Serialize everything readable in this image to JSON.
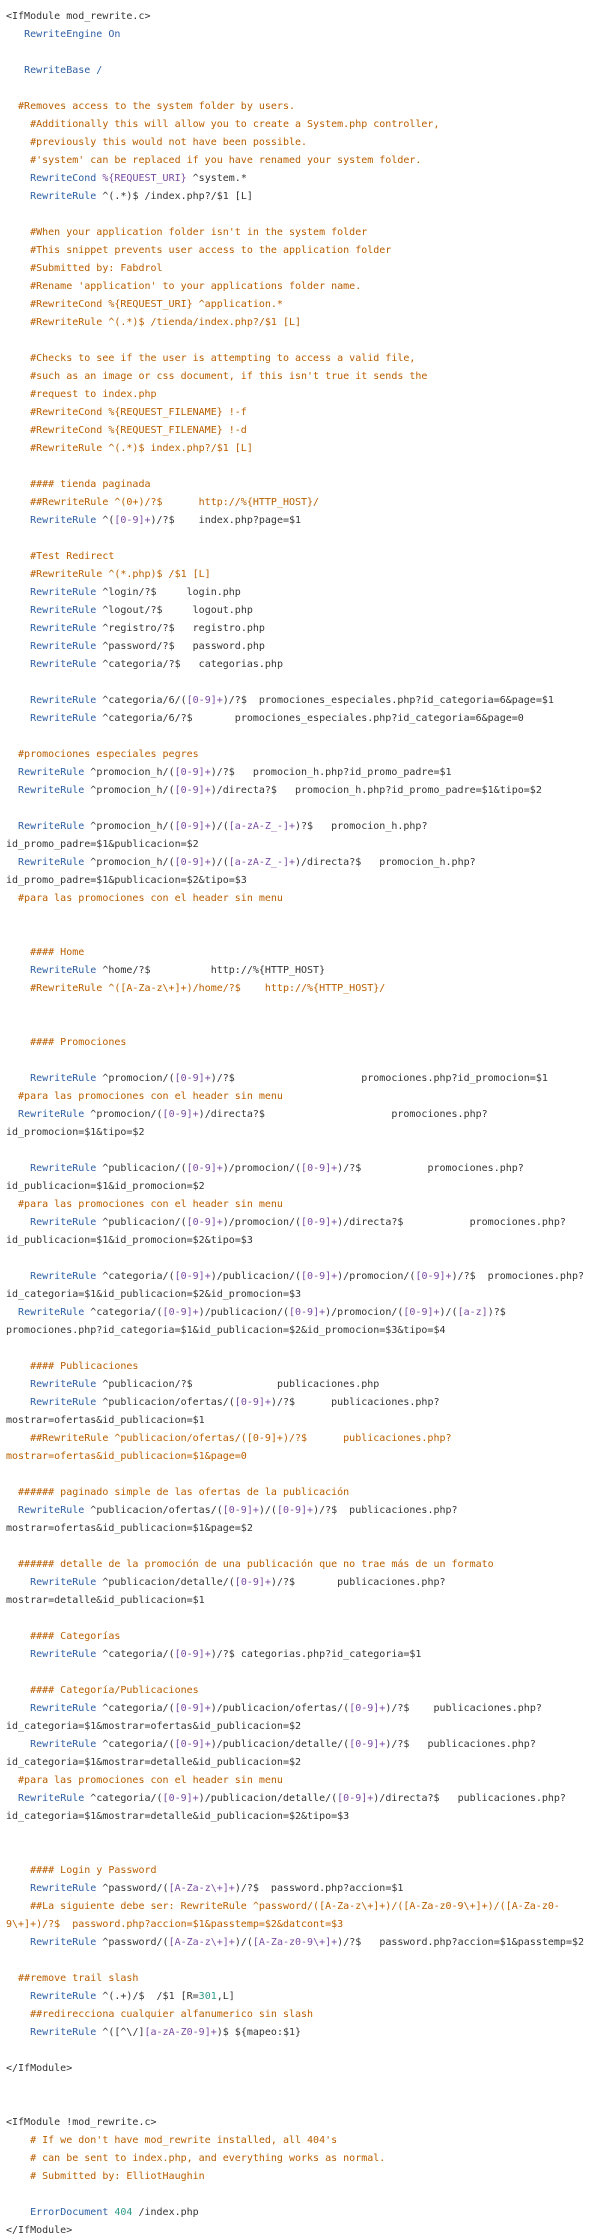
{
  "document": {
    "lines": [
      [
        [
          "p",
          "<IfModule mod_rewrite.c>"
        ]
      ],
      [
        [
          "p",
          "   "
        ],
        [
          "k",
          "RewriteEngine On"
        ]
      ],
      [],
      [
        [
          "p",
          "   "
        ],
        [
          "k",
          "RewriteBase /"
        ]
      ],
      [],
      [
        [
          "c",
          "  #Removes access to the system folder by users."
        ]
      ],
      [
        [
          "c",
          "    #Additionally this will allow you to create a System.php controller,"
        ]
      ],
      [
        [
          "c",
          "    #previously this would not have been possible."
        ]
      ],
      [
        [
          "c",
          "    #'system' can be replaced if you have renamed your system folder."
        ]
      ],
      [
        [
          "p",
          "    "
        ],
        [
          "k",
          "RewriteCond "
        ],
        [
          "pr",
          "%{REQUEST_URI}"
        ],
        [
          "p",
          " ^system.*"
        ]
      ],
      [
        [
          "p",
          "    "
        ],
        [
          "k",
          "RewriteRule "
        ],
        [
          "p",
          "^(.*)$ /index.php?/$1 [L]"
        ]
      ],
      [],
      [
        [
          "c",
          "    #When your application folder isn't in the system folder"
        ]
      ],
      [
        [
          "c",
          "    #This snippet prevents user access to the application folder"
        ]
      ],
      [
        [
          "c",
          "    #Submitted by: Fabdrol"
        ]
      ],
      [
        [
          "c",
          "    #Rename 'application' to your applications folder name."
        ]
      ],
      [
        [
          "c",
          "    #RewriteCond %{REQUEST_URI} ^application.*"
        ]
      ],
      [
        [
          "c",
          "    #RewriteRule ^(.*)$ /tienda/index.php?/$1 [L]"
        ]
      ],
      [],
      [
        [
          "c",
          "    #Checks to see if the user is attempting to access a valid file,"
        ]
      ],
      [
        [
          "c",
          "    #such as an image or css document, if this isn't true it sends the"
        ]
      ],
      [
        [
          "c",
          "    #request to index.php"
        ]
      ],
      [
        [
          "c",
          "    #RewriteCond %{REQUEST_FILENAME} !-f"
        ]
      ],
      [
        [
          "c",
          "    #RewriteCond %{REQUEST_FILENAME} !-d"
        ]
      ],
      [
        [
          "c",
          "    #RewriteRule ^(.*)$ index.php?/$1 [L]"
        ]
      ],
      [],
      [
        [
          "c",
          "    #### tienda paginada"
        ]
      ],
      [
        [
          "c",
          "    ##RewriteRule ^(0+)/?$      http://%{HTTP_HOST}/"
        ]
      ],
      [
        [
          "p",
          "    "
        ],
        [
          "k",
          "RewriteRule "
        ],
        [
          "p",
          "^("
        ],
        [
          "pr",
          "[0-9]+"
        ],
        [
          "p",
          ")/?$    index.php?page=$1"
        ]
      ],
      [],
      [
        [
          "c",
          "    #Test Redirect"
        ]
      ],
      [
        [
          "c",
          "    #RewriteRule ^(*.php)$ /$1 [L]"
        ]
      ],
      [
        [
          "p",
          "    "
        ],
        [
          "k",
          "RewriteRule "
        ],
        [
          "p",
          "^login/?$     login.php"
        ]
      ],
      [
        [
          "p",
          "    "
        ],
        [
          "k",
          "RewriteRule "
        ],
        [
          "p",
          "^logout/?$     logout.php"
        ]
      ],
      [
        [
          "p",
          "    "
        ],
        [
          "k",
          "RewriteRule "
        ],
        [
          "p",
          "^registro/?$   registro.php"
        ]
      ],
      [
        [
          "p",
          "    "
        ],
        [
          "k",
          "RewriteRule "
        ],
        [
          "p",
          "^password/?$   password.php"
        ]
      ],
      [
        [
          "p",
          "    "
        ],
        [
          "k",
          "RewriteRule "
        ],
        [
          "p",
          "^categoria/?$   categorias.php"
        ]
      ],
      [],
      [
        [
          "p",
          "    "
        ],
        [
          "k",
          "RewriteRule "
        ],
        [
          "p",
          "^categoria/6/("
        ],
        [
          "pr",
          "[0-9]+"
        ],
        [
          "p",
          ")/?$  promociones_especiales.php?id_categoria=6&page=$1"
        ]
      ],
      [
        [
          "p",
          "    "
        ],
        [
          "k",
          "RewriteRule "
        ],
        [
          "p",
          "^categoria/6/?$       promociones_especiales.php?id_categoria=6&page=0"
        ]
      ],
      [],
      [
        [
          "c",
          "  #promociones especiales pegres"
        ]
      ],
      [
        [
          "p",
          "  "
        ],
        [
          "k",
          "RewriteRule "
        ],
        [
          "p",
          "^promocion_h/("
        ],
        [
          "pr",
          "[0-9]+"
        ],
        [
          "p",
          ")/?$   promocion_h.php?id_promo_padre=$1"
        ]
      ],
      [
        [
          "p",
          "  "
        ],
        [
          "k",
          "RewriteRule "
        ],
        [
          "p",
          "^promocion_h/("
        ],
        [
          "pr",
          "[0-9]+"
        ],
        [
          "p",
          ")/directa?$   promocion_h.php?id_promo_padre=$1&tipo=$2"
        ]
      ],
      [],
      [
        [
          "p",
          "  "
        ],
        [
          "k",
          "RewriteRule "
        ],
        [
          "p",
          "^promocion_h/("
        ],
        [
          "pr",
          "[0-9]+"
        ],
        [
          "p",
          ")/("
        ],
        [
          "pr",
          "[a-zA-Z_-]+"
        ],
        [
          "p",
          ")?$   promocion_h.php?"
        ]
      ],
      [
        [
          "p",
          "id_promo_padre=$1&publicacion=$2"
        ]
      ],
      [
        [
          "p",
          "  "
        ],
        [
          "k",
          "RewriteRule "
        ],
        [
          "p",
          "^promocion_h/("
        ],
        [
          "pr",
          "[0-9]+"
        ],
        [
          "p",
          ")/("
        ],
        [
          "pr",
          "[a-zA-Z_-]+"
        ],
        [
          "p",
          ")/directa?$   promocion_h.php?"
        ]
      ],
      [
        [
          "p",
          "id_promo_padre=$1&publicacion=$2&tipo=$3"
        ]
      ],
      [
        [
          "c",
          "  #para las promociones con el header sin menu"
        ]
      ],
      [],
      [],
      [
        [
          "c",
          "    #### Home"
        ]
      ],
      [
        [
          "p",
          "    "
        ],
        [
          "k",
          "RewriteRule "
        ],
        [
          "p",
          "^home/?$          http://%{HTTP_HOST}"
        ]
      ],
      [
        [
          "c",
          "    #RewriteRule ^([A-Za-z\\+]+)/home/?$    http://%{HTTP_HOST}/"
        ]
      ],
      [],
      [],
      [
        [
          "c",
          "    #### Promociones"
        ]
      ],
      [],
      [
        [
          "p",
          "    "
        ],
        [
          "k",
          "RewriteRule "
        ],
        [
          "p",
          "^promocion/("
        ],
        [
          "pr",
          "[0-9]+"
        ],
        [
          "p",
          ")/?$                     promociones.php?id_promocion=$1"
        ]
      ],
      [
        [
          "c",
          "  #para las promociones con el header sin menu"
        ]
      ],
      [
        [
          "p",
          "  "
        ],
        [
          "k",
          "RewriteRule "
        ],
        [
          "p",
          "^promocion/("
        ],
        [
          "pr",
          "[0-9]+"
        ],
        [
          "p",
          ")/directa?$                     promociones.php?"
        ]
      ],
      [
        [
          "p",
          "id_promocion=$1&tipo=$2"
        ]
      ],
      [],
      [
        [
          "p",
          "    "
        ],
        [
          "k",
          "RewriteRule "
        ],
        [
          "p",
          "^publicacion/("
        ],
        [
          "pr",
          "[0-9]+"
        ],
        [
          "p",
          ")/promocion/("
        ],
        [
          "pr",
          "[0-9]+"
        ],
        [
          "p",
          ")/?$           promociones.php?"
        ]
      ],
      [
        [
          "p",
          "id_publicacion=$1&id_promocion=$2"
        ]
      ],
      [
        [
          "c",
          "  #para las promociones con el header sin menu"
        ]
      ],
      [
        [
          "p",
          "    "
        ],
        [
          "k",
          "RewriteRule "
        ],
        [
          "p",
          "^publicacion/("
        ],
        [
          "pr",
          "[0-9]+"
        ],
        [
          "p",
          ")/promocion/("
        ],
        [
          "pr",
          "[0-9]+"
        ],
        [
          "p",
          ")/directa?$           promociones.php?"
        ]
      ],
      [
        [
          "p",
          "id_publicacion=$1&id_promocion=$2&tipo=$3"
        ]
      ],
      [],
      [
        [
          "p",
          "    "
        ],
        [
          "k",
          "RewriteRule "
        ],
        [
          "p",
          "^categoria/("
        ],
        [
          "pr",
          "[0-9]+"
        ],
        [
          "p",
          ")/publicacion/("
        ],
        [
          "pr",
          "[0-9]+"
        ],
        [
          "p",
          ")/promocion/("
        ],
        [
          "pr",
          "[0-9]+"
        ],
        [
          "p",
          ")/?$  promociones.php?"
        ]
      ],
      [
        [
          "p",
          "id_categoria=$1&id_publicacion=$2&id_promocion=$3"
        ]
      ],
      [
        [
          "p",
          "  "
        ],
        [
          "k",
          "RewriteRule "
        ],
        [
          "p",
          "^categoria/("
        ],
        [
          "pr",
          "[0-9]+"
        ],
        [
          "p",
          ")/publicacion/("
        ],
        [
          "pr",
          "[0-9]+"
        ],
        [
          "p",
          ")/promocion/("
        ],
        [
          "pr",
          "[0-9]+"
        ],
        [
          "p",
          ")/("
        ],
        [
          "pr",
          "[a-z]"
        ],
        [
          "p",
          ")?$"
        ]
      ],
      [
        [
          "p",
          "promociones.php?id_categoria=$1&id_publicacion=$2&id_promocion=$3&tipo=$4"
        ]
      ],
      [],
      [
        [
          "c",
          "    #### Publicaciones"
        ]
      ],
      [
        [
          "p",
          "    "
        ],
        [
          "k",
          "RewriteRule "
        ],
        [
          "p",
          "^publicacion/?$              publicaciones.php"
        ]
      ],
      [
        [
          "p",
          "    "
        ],
        [
          "k",
          "RewriteRule "
        ],
        [
          "p",
          "^publicacion/ofertas/("
        ],
        [
          "pr",
          "[0-9]+"
        ],
        [
          "p",
          ")/?$      publicaciones.php?"
        ]
      ],
      [
        [
          "p",
          "mostrar=ofertas&id_publicacion=$1"
        ]
      ],
      [
        [
          "c",
          "    ##RewriteRule ^publicacion/ofertas/([0-9]+)/?$      publicaciones.php?"
        ]
      ],
      [
        [
          "c",
          "mostrar=ofertas&id_publicacion=$1&page=0"
        ]
      ],
      [],
      [
        [
          "c",
          "  ###### paginado simple de las ofertas de la publicación"
        ]
      ],
      [
        [
          "p",
          "  "
        ],
        [
          "k",
          "RewriteRule "
        ],
        [
          "p",
          "^publicacion/ofertas/("
        ],
        [
          "pr",
          "[0-9]+"
        ],
        [
          "p",
          ")/("
        ],
        [
          "pr",
          "[0-9]+"
        ],
        [
          "p",
          ")/?$  publicaciones.php?"
        ]
      ],
      [
        [
          "p",
          "mostrar=ofertas&id_publicacion=$1&page=$2"
        ]
      ],
      [],
      [
        [
          "c",
          "  ###### detalle de la promoción de una publicación que no trae más de un formato"
        ]
      ],
      [
        [
          "p",
          "    "
        ],
        [
          "k",
          "RewriteRule "
        ],
        [
          "p",
          "^publicacion/detalle/("
        ],
        [
          "pr",
          "[0-9]+"
        ],
        [
          "p",
          ")/?$       publicaciones.php?"
        ]
      ],
      [
        [
          "p",
          "mostrar=detalle&id_publicacion=$1"
        ]
      ],
      [],
      [
        [
          "c",
          "    #### Categorías"
        ]
      ],
      [
        [
          "p",
          "    "
        ],
        [
          "k",
          "RewriteRule "
        ],
        [
          "p",
          "^categoria/("
        ],
        [
          "pr",
          "[0-9]+"
        ],
        [
          "p",
          ")/?$ categorias.php?id_categoria=$1"
        ]
      ],
      [],
      [
        [
          "c",
          "    #### Categoría/Publicaciones"
        ]
      ],
      [
        [
          "p",
          "    "
        ],
        [
          "k",
          "RewriteRule "
        ],
        [
          "p",
          "^categoria/("
        ],
        [
          "pr",
          "[0-9]+"
        ],
        [
          "p",
          ")/publicacion/ofertas/("
        ],
        [
          "pr",
          "[0-9]+"
        ],
        [
          "p",
          ")/?$    publicaciones.php?"
        ]
      ],
      [
        [
          "p",
          "id_categoria=$1&mostrar=ofertas&id_publicacion=$2"
        ]
      ],
      [
        [
          "p",
          "    "
        ],
        [
          "k",
          "RewriteRule "
        ],
        [
          "p",
          "^categoria/("
        ],
        [
          "pr",
          "[0-9]+"
        ],
        [
          "p",
          ")/publicacion/detalle/("
        ],
        [
          "pr",
          "[0-9]+"
        ],
        [
          "p",
          ")/?$   publicaciones.php?"
        ]
      ],
      [
        [
          "p",
          "id_categoria=$1&mostrar=detalle&id_publicacion=$2"
        ]
      ],
      [
        [
          "c",
          "  #para las promociones con el header sin menu"
        ]
      ],
      [
        [
          "p",
          "  "
        ],
        [
          "k",
          "RewriteRule "
        ],
        [
          "p",
          "^categoria/("
        ],
        [
          "pr",
          "[0-9]+"
        ],
        [
          "p",
          ")/publicacion/detalle/("
        ],
        [
          "pr",
          "[0-9]+"
        ],
        [
          "p",
          ")/directa?$   publicaciones.php?"
        ]
      ],
      [
        [
          "p",
          "id_categoria=$1&mostrar=detalle&id_publicacion=$2&tipo=$3"
        ]
      ],
      [],
      [],
      [
        [
          "c",
          "    #### Login y Password"
        ]
      ],
      [
        [
          "p",
          "    "
        ],
        [
          "k",
          "RewriteRule "
        ],
        [
          "p",
          "^password/("
        ],
        [
          "pr",
          "[A-Za-z\\+]+"
        ],
        [
          "p",
          ")/?$  password.php?accion=$1"
        ]
      ],
      [
        [
          "c",
          "    ##La siguiente debe ser: RewriteRule ^password/([A-Za-z\\+]+)/([A-Za-z0-9\\+]+)/([A-Za-z0-"
        ]
      ],
      [
        [
          "c",
          "9\\+]+)/?$  password.php?accion=$1&passtemp=$2&datcont=$3"
        ]
      ],
      [
        [
          "p",
          "    "
        ],
        [
          "k",
          "RewriteRule "
        ],
        [
          "p",
          "^password/("
        ],
        [
          "pr",
          "[A-Za-z\\+]+"
        ],
        [
          "p",
          ")/("
        ],
        [
          "pr",
          "[A-Za-z0-9\\+]+"
        ],
        [
          "p",
          ")/?$   password.php?accion=$1&passtemp=$2"
        ]
      ],
      [],
      [
        [
          "c",
          "  ##remove trail slash"
        ]
      ],
      [
        [
          "p",
          "    "
        ],
        [
          "k",
          "RewriteRule "
        ],
        [
          "p",
          "^(.+)/$  /$1 [R="
        ],
        [
          "n",
          "301"
        ],
        [
          "p",
          ",L]"
        ]
      ],
      [
        [
          "c",
          "    ##redirecciona cualquier alfanumerico sin slash"
        ]
      ],
      [
        [
          "p",
          "    "
        ],
        [
          "k",
          "RewriteRule "
        ],
        [
          "p",
          "^([^\\/]"
        ],
        [
          "pr",
          "[a-zA-Z0-9]+"
        ],
        [
          "p",
          ")$ ${mapeo:$1}"
        ]
      ],
      [],
      [
        [
          "p",
          "</IfModule>"
        ]
      ],
      [],
      [],
      [
        [
          "p",
          "<IfModule !mod_rewrite.c>"
        ]
      ],
      [
        [
          "c",
          "    # If we don't have mod_rewrite installed, all 404's"
        ]
      ],
      [
        [
          "c",
          "    # can be sent to index.php, and everything works as normal."
        ]
      ],
      [
        [
          "c",
          "    # Submitted by: ElliotHaughin"
        ]
      ],
      [],
      [
        [
          "p",
          "    "
        ],
        [
          "k",
          "ErrorDocument "
        ],
        [
          "n",
          "404"
        ],
        [
          "p",
          " /index.php"
        ]
      ],
      [
        [
          "p",
          "</IfModule>"
        ]
      ]
    ]
  }
}
